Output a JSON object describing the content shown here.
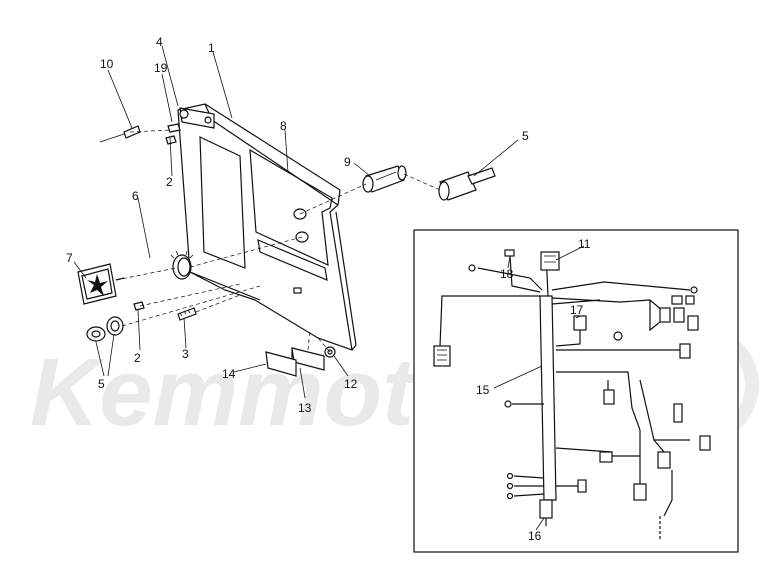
{
  "watermark": {
    "text": "Kemmotto"
  },
  "callouts": {
    "c1": "1",
    "c2a": "2",
    "c2b": "2",
    "c3": "3",
    "c4": "4",
    "c5a": "5",
    "c5b": "5",
    "c6": "6",
    "c7": "7",
    "c8": "8",
    "c9": "9",
    "c10": "10",
    "c11": "11",
    "c12": "12",
    "c13": "13",
    "c14": "14",
    "c15": "15",
    "c16": "16",
    "c17": "17",
    "c18": "18",
    "c19": "19"
  }
}
